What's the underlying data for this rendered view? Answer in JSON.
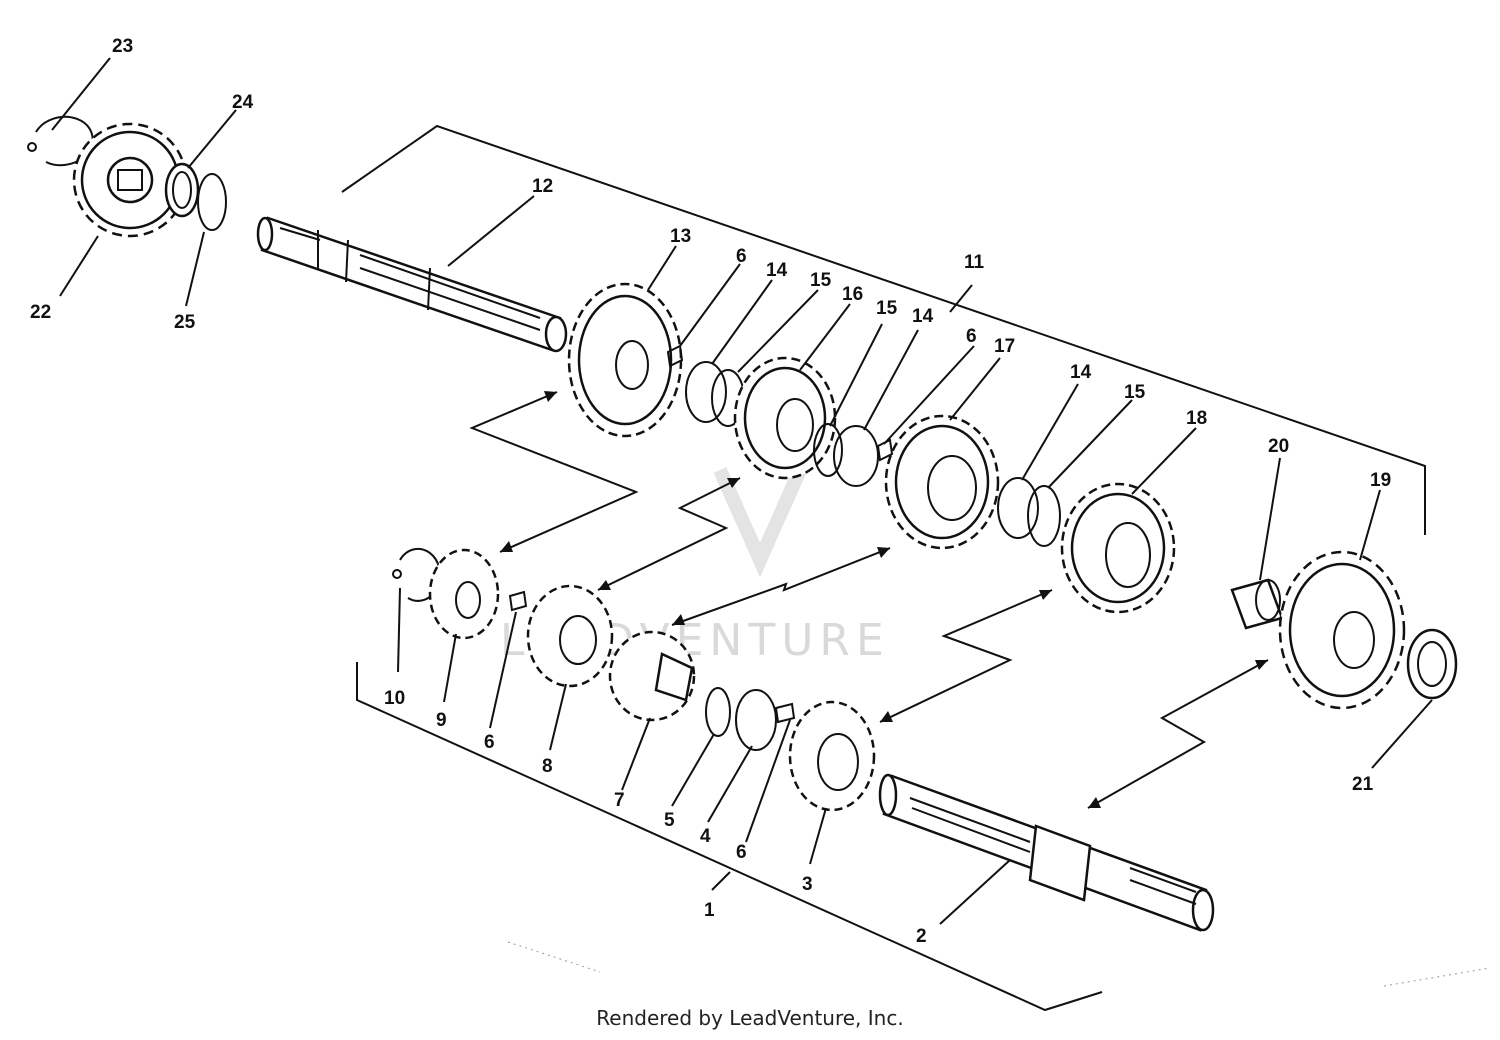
{
  "footer": {
    "rendered_by": "Rendered by LeadVenture, Inc."
  },
  "watermark": {
    "text": "LEADVENTURE"
  },
  "callouts": [
    {
      "id": "c23",
      "text": "23"
    },
    {
      "id": "c24",
      "text": "24"
    },
    {
      "id": "c22",
      "text": "22"
    },
    {
      "id": "c25",
      "text": "25"
    },
    {
      "id": "c12",
      "text": "12"
    },
    {
      "id": "c13",
      "text": "13"
    },
    {
      "id": "c6a",
      "text": "6"
    },
    {
      "id": "c14a",
      "text": "14"
    },
    {
      "id": "c15a",
      "text": "15"
    },
    {
      "id": "c16",
      "text": "16"
    },
    {
      "id": "c15b",
      "text": "15"
    },
    {
      "id": "c14b",
      "text": "14"
    },
    {
      "id": "c11",
      "text": "11"
    },
    {
      "id": "c6b",
      "text": "6"
    },
    {
      "id": "c17",
      "text": "17"
    },
    {
      "id": "c14c",
      "text": "14"
    },
    {
      "id": "c15c",
      "text": "15"
    },
    {
      "id": "c18",
      "text": "18"
    },
    {
      "id": "c20",
      "text": "20"
    },
    {
      "id": "c19",
      "text": "19"
    },
    {
      "id": "c21",
      "text": "21"
    },
    {
      "id": "c10",
      "text": "10"
    },
    {
      "id": "c9",
      "text": "9"
    },
    {
      "id": "c6c",
      "text": "6"
    },
    {
      "id": "c8",
      "text": "8"
    },
    {
      "id": "c7",
      "text": "7"
    },
    {
      "id": "c5",
      "text": "5"
    },
    {
      "id": "c4",
      "text": "4"
    },
    {
      "id": "c6d",
      "text": "6"
    },
    {
      "id": "c3",
      "text": "3"
    },
    {
      "id": "c2",
      "text": "2"
    },
    {
      "id": "c1",
      "text": "1"
    }
  ]
}
